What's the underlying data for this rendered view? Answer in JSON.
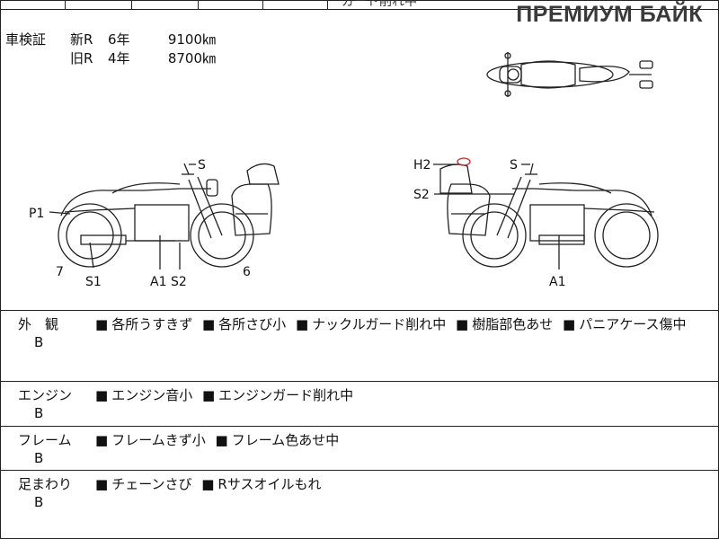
{
  "brand_watermark": "ПРЕМИУМ БАЙК",
  "top_strip_fragment": "ガード削れ中",
  "inspection": {
    "label": "車検証",
    "rows": [
      {
        "gen": "新R",
        "years": "6年",
        "distance": "9100㎞"
      },
      {
        "gen": "旧R",
        "years": "4年",
        "distance": "8700㎞"
      }
    ]
  },
  "diagram_labels": {
    "left_s": "S",
    "left_p1": "P1",
    "left_7": "7",
    "left_s1": "S1",
    "left_a1": "A1",
    "left_s2": "S2",
    "left_6": "6",
    "right_h2": "H2",
    "right_s": "S",
    "right_s2": "S2",
    "right_a1": "A1"
  },
  "conditions": [
    {
      "category": "外　観",
      "grade": "B",
      "items": [
        "各所うすきず",
        "各所さび小",
        "ナックルガード削れ中",
        "樹脂部色あせ",
        "パニアケース傷中"
      ]
    },
    {
      "category": "エンジン",
      "grade": "B",
      "items": [
        "エンジン音小",
        "エンジンガード削れ中"
      ]
    },
    {
      "category": "フレーム",
      "grade": "B",
      "items": [
        "フレームきず小",
        "フレーム色あせ中"
      ]
    },
    {
      "category": "足まわり",
      "grade": "B",
      "items": [
        "チェーンさび",
        "Rサスオイルもれ"
      ]
    }
  ],
  "bullet_symbol": "■",
  "colors": {
    "line": "#222222",
    "mark_red": "#cc2222"
  }
}
